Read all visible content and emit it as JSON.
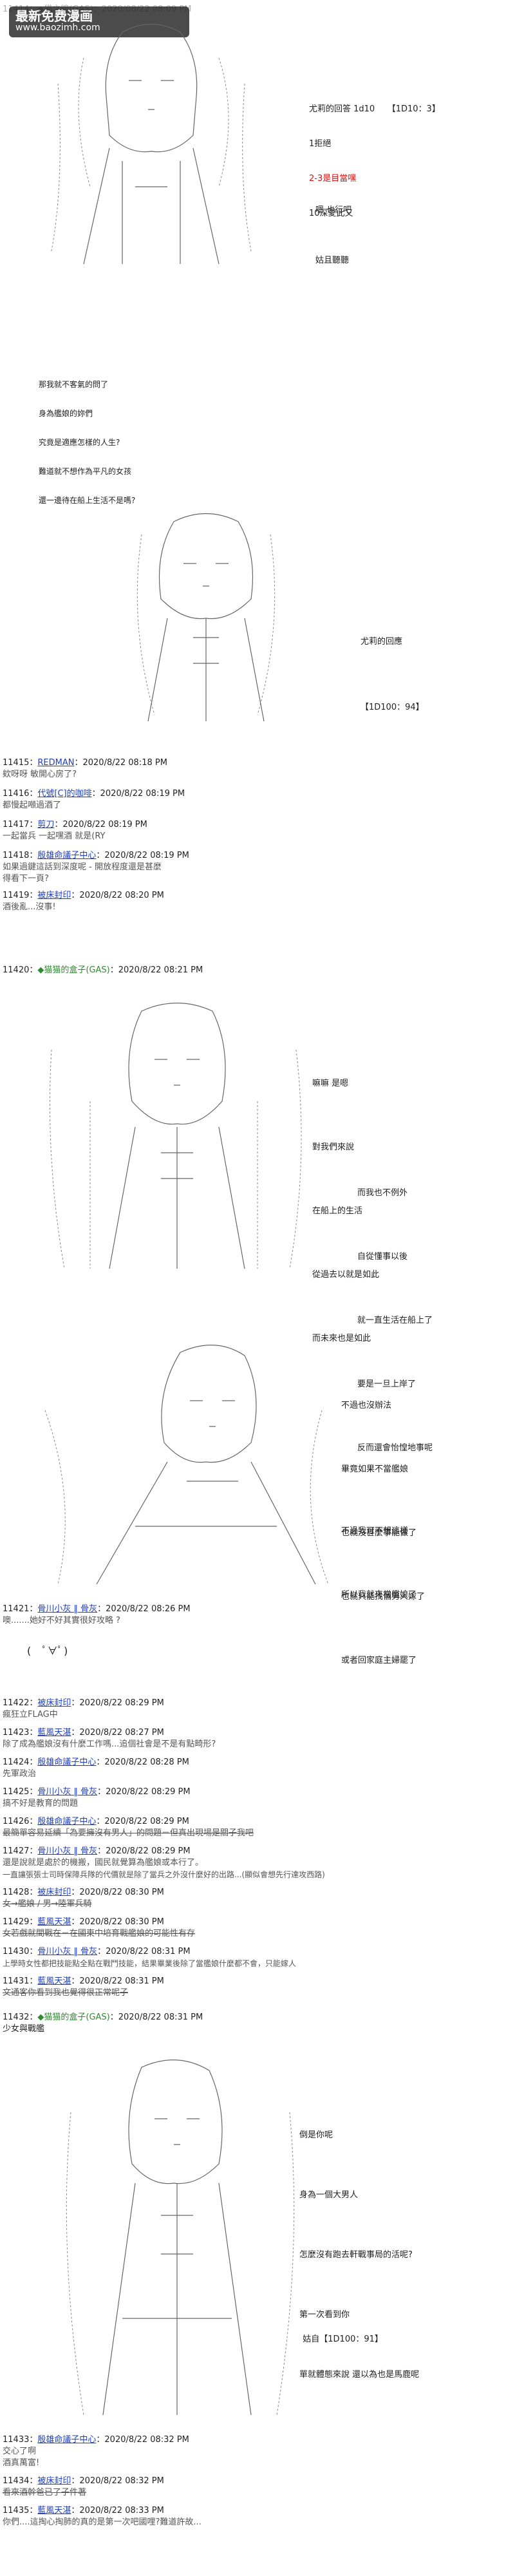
{
  "watermark": {
    "site_cn": "最新免费漫画",
    "site_url": "www.baozimh.com"
  },
  "header_top": "11414：◆猫之瞳(GAS)：2020/08/22 08:09 PM",
  "dice1": {
    "line1": "尤莉的回答 1d10",
    "line1_result": "【1D10：3】",
    "line2": "1拒絕",
    "line3": "2-3是目當嘿",
    "line4": "10深愛此又"
  },
  "dialog1": [
    "嗯 也行吧",
    "姑且聽聽"
  ],
  "narr1": [
    "那我就不客氣的問了",
    "身為艦娘的妳們",
    "究竟是適應怎樣的人生?",
    "難道就不想作為平凡的女孩",
    "還一邊待在船上生活不是嗎?"
  ],
  "dice2": {
    "title": "尤莉的回應",
    "result": "【1D100：94】"
  },
  "posts_a": [
    {
      "num": "11415",
      "name": "REDMAN",
      "date": "2020/8/22 08:18 PM",
      "body": [
        "欸呀呀 敏開心房了?"
      ]
    },
    {
      "num": "11416",
      "name": "代號[C]的咖啡",
      "date": "2020/8/22 08:19 PM",
      "body": [
        "都慢起噸過酒了"
      ]
    },
    {
      "num": "11417",
      "name": "剪刀",
      "date": "2020/8/22 08:19 PM",
      "body": [
        "一起當兵 一起嘿酒 就是(RY"
      ]
    },
    {
      "num": "11418",
      "name": "殷雄命議子中心",
      "date": "2020/8/22 08:19 PM",
      "body": [
        "如果過鍵這話到深度呢 - 開放程度還是甚麼",
        "得看下一頁?"
      ]
    },
    {
      "num": "11419",
      "name": "被床封印",
      "date": "2020/8/22 08:20 PM",
      "body": [
        "酒後亂...沒事!"
      ]
    }
  ],
  "gas2": {
    "num": "11420",
    "name": "◆猫猫的盒子(GAS)",
    "date": "2020/8/22 08:21 PM"
  },
  "dialog2": [
    "嘛嘛 是嗯",
    "對我們來說",
    "在船上的生活",
    "從過去以就是如此",
    "而未來也是如此"
  ],
  "dialog3": [
    "而我也不例外",
    "自從懂事以後",
    "就一直生活在船上了",
    "要是一旦上岸了",
    "反而還會怡惶地事呢"
  ],
  "dialog4": [
    "不過也沒辦法",
    "畢竟如果不當艦娘",
    "也就沒甚麼事能做了",
    "也就只能找個男人嫁了",
    "或者回家庭主婦罷了"
  ],
  "dialog5": [
    "不過我可不想這樣",
    "所以我就來當艦娘了"
  ],
  "posts_b": [
    {
      "num": "11421",
      "name": "骨川小灰 ‖ 骨灰",
      "date": "2020/8/22 08:26 PM",
      "body": [
        "噢.......她好不好其實很好攻略 ?"
      ]
    }
  ],
  "ascii_face": "(　ﾟ∀ﾟ)",
  "posts_c": [
    {
      "num": "11422",
      "name": "被床封印",
      "date": "2020/8/22 08:29 PM",
      "body": [
        "瘋狂立FLAG中"
      ]
    },
    {
      "num": "11423",
      "name": "藍風天湛",
      "date": "2020/8/22 08:27 PM",
      "body": [
        "除了成為艦娘沒有什麼工作嗎...追個社會是不是有點畸形?"
      ]
    },
    {
      "num": "11424",
      "name": "殷雄命議子中心",
      "date": "2020/8/22 08:28 PM",
      "body": [
        "先軍政治"
      ]
    },
    {
      "num": "11425",
      "name": "骨川小灰 ‖ 骨灰",
      "date": "2020/8/22 08:29 PM",
      "body": [
        "搞不好是教育的問題"
      ]
    },
    {
      "num": "11426",
      "name": "殷雄命議子中心",
      "date": "2020/8/22 08:29 PM",
      "body": [
        "最簡單容易延續「為要擁沒有男人」的問題－但真出現場是關子我吧"
      ],
      "strike": true
    },
    {
      "num": "11427",
      "name": "骨川小灰 ‖ 骨灰",
      "date": "2020/8/22 08:29 PM",
      "body": [
        "還是說就是處於的機搬，國民就覺算為艦娘或本行了。",
        "一直讓張張士司時保障兵隊的代價就是除了當兵之外沒什麼好的出路...(顯似會想先行達攻西路)"
      ]
    },
    {
      "num": "11428",
      "name": "被床封印",
      "date": "2020/8/22 08:30 PM",
      "body": [
        "女→艦娘 / 男→陸軍兵騎"
      ],
      "strike": true
    },
    {
      "num": "11429",
      "name": "藍風天湛",
      "date": "2020/8/22 08:30 PM",
      "body": [
        "女若戲就間戰在－在國東中培育戰艦娘的可能性有存"
      ],
      "strike": true
    },
    {
      "num": "11430",
      "name": "骨川小灰 ‖ 骨灰",
      "date": "2020/8/22 08:31 PM",
      "body": [
        "上學時女性都把技能點全點在戰鬥技能，結果畢業後除了當艦娘什麼都不會，只能嫁人"
      ]
    },
    {
      "num": "11431",
      "name": "藍風天湛",
      "date": "2020/8/22 08:31 PM",
      "body": [
        "文通客你看到我也覺得很正常呢子"
      ],
      "strike": true
    }
  ],
  "gas3": {
    "num": "11432",
    "name": "◆猫猫的盒子(GAS)",
    "date": "2020/8/22 08:31 PM",
    "body": "少女與戰艦"
  },
  "dialog6": [
    "倒是你呢",
    "身為一個大男人",
    "怎麼沒有跑去軒戰事局的活呢?",
    "第一次看到你",
    "單就體態來說 還以為也是馬鹿呢"
  ],
  "dice3": "姑自【1D100：91】",
  "posts_d": [
    {
      "num": "11433",
      "name": "殷雄命議子中心",
      "date": "2020/8/22 08:32 PM",
      "body": [
        "交心了啊",
        "酒真萬富!"
      ]
    },
    {
      "num": "11434",
      "name": "被床封印",
      "date": "2020/8/22 08:32 PM",
      "body": [
        "看來酒幹爸已了子件著"
      ],
      "strike": true
    },
    {
      "num": "11435",
      "name": "藍風天湛",
      "date": "2020/8/22 08:33 PM",
      "body": [
        "你們....這掏心掏肺的真的是第一次吧國哩?難道許故..."
      ]
    }
  ]
}
